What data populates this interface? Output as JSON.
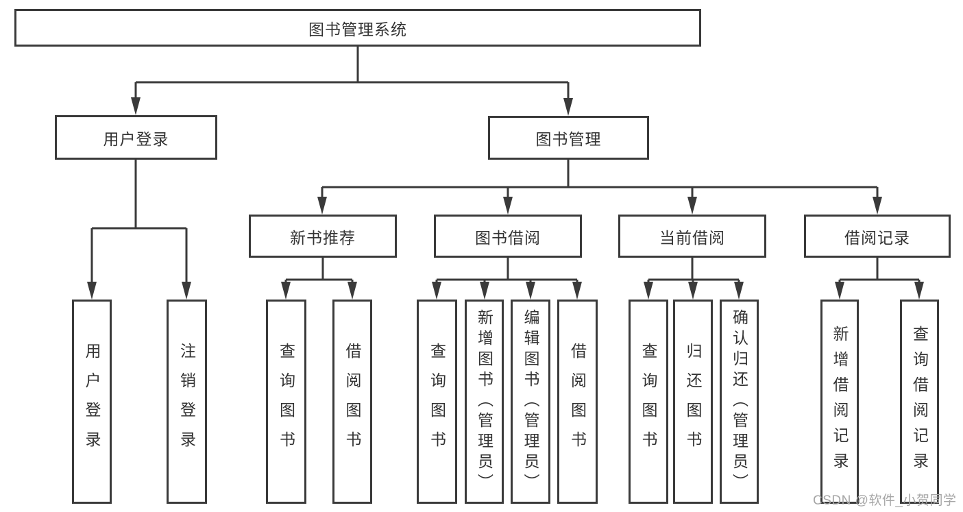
{
  "tree": {
    "root": "图书管理系统",
    "branches": [
      {
        "label": "用户登录",
        "children": [
          "用户登录",
          "注销登录"
        ]
      },
      {
        "label": "图书管理",
        "sections": [
          {
            "label": "新书推荐",
            "children": [
              "查询图书",
              "借阅图书"
            ]
          },
          {
            "label": "图书借阅",
            "children": [
              "查询图书",
              "新增图书（管理员）",
              "编辑图书（管理员）",
              "借阅图书"
            ]
          },
          {
            "label": "当前借阅",
            "children": [
              "查询图书",
              "归还图书",
              "确认归还（管理员）"
            ]
          },
          {
            "label": "借阅记录",
            "children": [
              "新增借阅记录",
              "查询借阅记录"
            ]
          }
        ]
      }
    ]
  },
  "watermark": {
    "text": "CSDN @软件_小贺同学"
  },
  "colors": {
    "line": "#3a3a3a",
    "box_border": "#3a3a3a",
    "text": "#333333",
    "watermark": "#a6a6a6",
    "background": "#ffffff"
  }
}
